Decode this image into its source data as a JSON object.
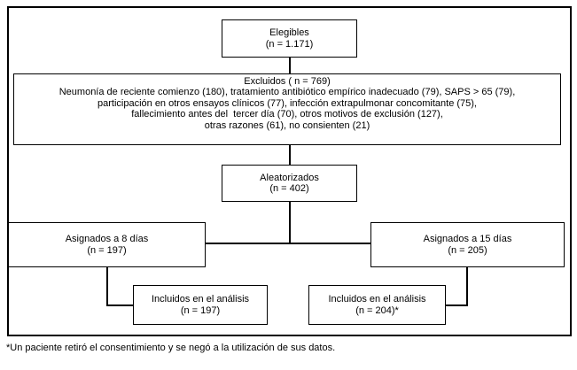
{
  "diagram": {
    "nodes": {
      "eligible": {
        "label": "Elegibles",
        "count": "(n = 1.171)"
      },
      "excluded": {
        "label": "Excluidos ( n = 769)",
        "reasons": [
          "Neumonía de reciente comienzo (180), tratamiento antibiótico empírico inadecuado (79), SAPS > 65 (79),",
          "participación en otros ensayos clínicos (77), infección extrapulmonar concomitante (75),",
          "fallecimiento antes del  tercer día (70), otros motivos de exclusión (127),",
          "otras razones (61), no consienten (21)"
        ]
      },
      "randomized": {
        "label": "Aleatorizados",
        "count": "(n = 402)"
      },
      "arm_8_days": {
        "label": "Asignados a 8 días",
        "count": "(n = 197)"
      },
      "arm_15_days": {
        "label": "Asignados a 15 días",
        "count": "(n = 205)"
      },
      "analysis_8_days": {
        "label": "Incluidos en el análisis",
        "count": "(n = 197)"
      },
      "analysis_15_days": {
        "label": "Incluidos en el análisis",
        "count": "(n = 204)*"
      }
    },
    "footnote": "*Un paciente retiró el consentimiento y se negó a la utilización de sus datos.",
    "colors": {
      "line": "#000000",
      "background": "#ffffff",
      "text": "#000000"
    }
  }
}
